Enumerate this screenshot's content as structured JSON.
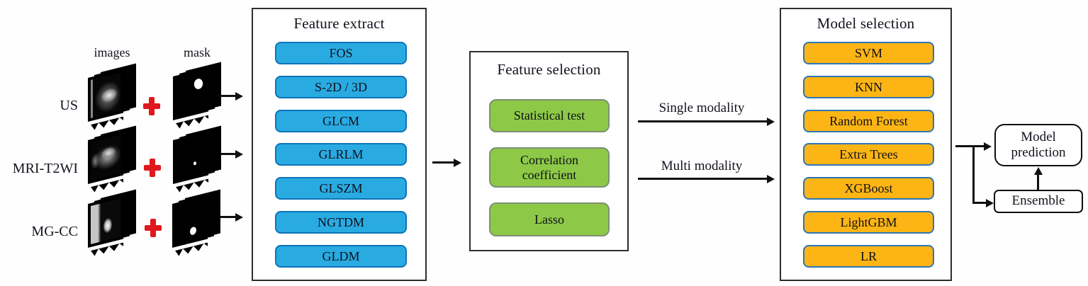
{
  "figure": {
    "type": "radiomics-pipeline-diagram",
    "palette": {
      "feature_extract_fill": "#29abe2",
      "feature_extract_border": "#0e74b8",
      "feature_selection_fill": "#8dc946",
      "model_selection_fill": "#fcb514",
      "model_selection_border": "#2e75b6",
      "plus_red": "#e0181e",
      "line_black": "#101010"
    }
  },
  "inputs": {
    "images_col_label": "images",
    "mask_col_label": "mask",
    "rows": [
      {
        "label": "US"
      },
      {
        "label": "MRI-T2WI"
      },
      {
        "label": "MG-CC"
      }
    ]
  },
  "feature_extract": {
    "title": "Feature extract",
    "items": [
      "FOS",
      "S-2D / 3D",
      "GLCM",
      "GLRLM",
      "GLSZM",
      "NGTDM",
      "GLDM"
    ]
  },
  "feature_selection": {
    "title": "Feature selection",
    "items": [
      "Statistical test",
      "Correlation coefficient",
      "Lasso"
    ]
  },
  "modality": {
    "single_label": "Single modality",
    "multi_label": "Multi modality"
  },
  "model_selection": {
    "title": "Model selection",
    "items": [
      "SVM",
      "KNN",
      "Random Forest",
      "Extra Trees",
      "XGBoost",
      "LightGBM",
      "LR"
    ]
  },
  "outputs": {
    "prediction_label": "Model prediction",
    "ensemble_label": "Ensemble"
  }
}
